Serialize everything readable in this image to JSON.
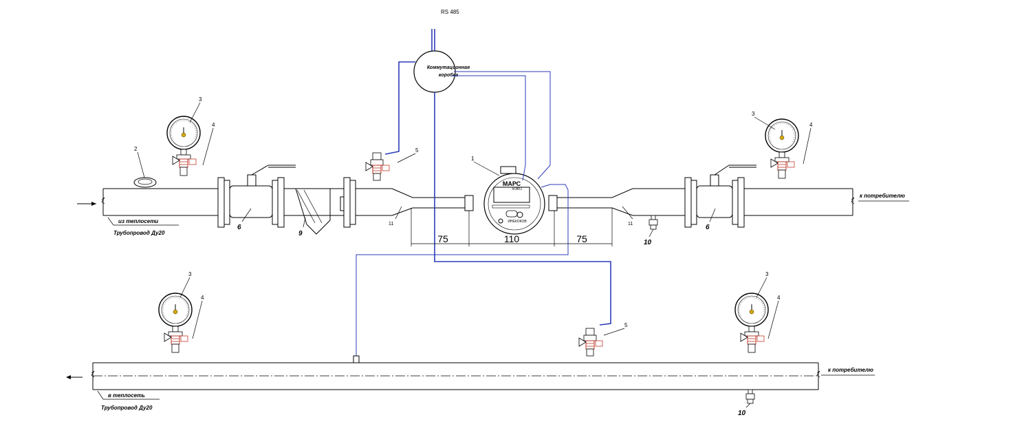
{
  "labels": {
    "rs485": "RS 485",
    "box_line1": "Коммутационная",
    "box_line2": "коробка",
    "in_top": "из теплосети",
    "pipe_top": "Трубопровод Ду20",
    "out_top": "к потребителю",
    "out_bottom": "к потребителю",
    "in_bottom": "в теплосеть",
    "pipe_bottom": "Трубопровод Ду20",
    "meter_brand": "МАРС",
    "meter_sub": "ВЭКО",
    "meter_logo": "ИНЕКОКОВ"
  },
  "dimensions": {
    "d1": "75",
    "d2": "110",
    "d3": "75"
  },
  "callouts": {
    "n1": "1",
    "n2": "2",
    "n3a": "3",
    "n3b": "3",
    "n3c": "3",
    "n3d": "3",
    "n4a": "4",
    "n4b": "4",
    "n4c": "4",
    "n4d": "4",
    "n5a": "5",
    "n5b": "5",
    "n6a": "6",
    "n6b": "6",
    "n9": "9",
    "n10a": "10",
    "n10b": "10",
    "n11a": "11",
    "n11b": "11"
  },
  "colors": {
    "line": "#000000",
    "cable": "#2b3bb8"
  }
}
